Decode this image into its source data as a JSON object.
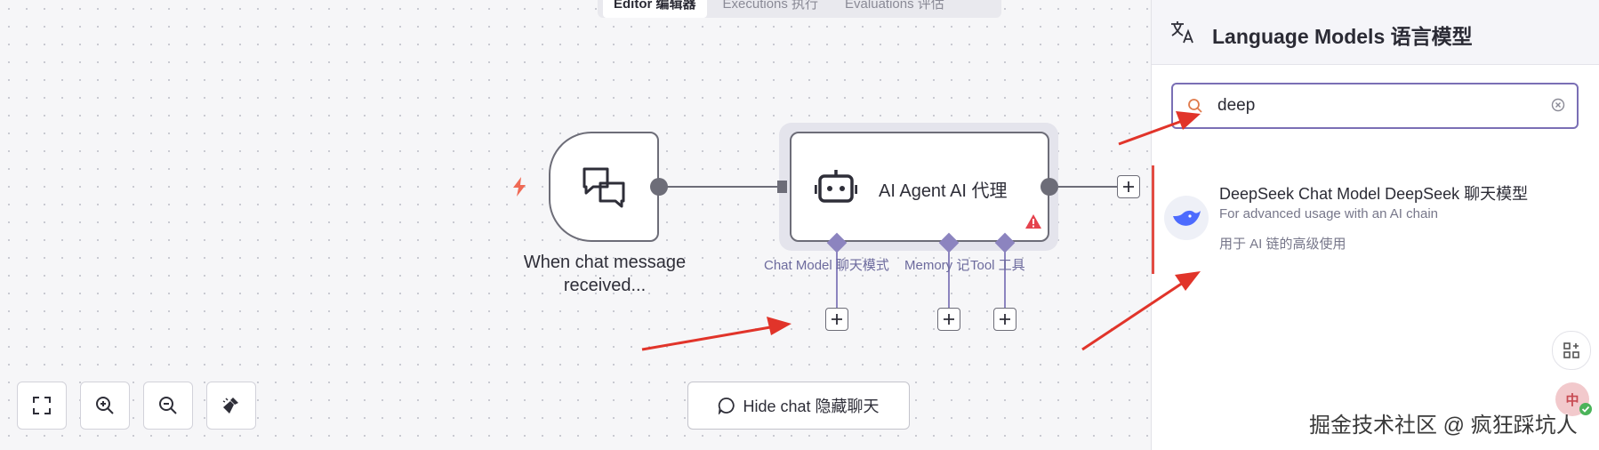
{
  "tabs": {
    "editor": "Editor 编辑器",
    "executions": "Executions 执行",
    "evaluations": "Evaluations 评估"
  },
  "canvas": {
    "trigger_label_line1": "When chat message",
    "trigger_label_line2": "received...",
    "agent_title": "AI Agent  AI 代理",
    "port_chat_model": "Chat Model  聊天模式",
    "port_memory": "Memory  记",
    "port_tool": "Tool  工具",
    "hide_chat": "Hide chat  隐藏聊天"
  },
  "panel": {
    "title": "Language Models  语言模型",
    "search_value": "deep",
    "result_title": "DeepSeek Chat Model  DeepSeek 聊天模型",
    "result_desc_en": "For advanced usage with an AI chain",
    "result_desc_zh": "用于 AI 链的高级使用"
  },
  "avatar_text": "中",
  "watermark": "掘金技术社区 @ 疯狂踩坑人",
  "colors": {
    "accent": "#7a6fb5",
    "arrow": "#e1342a",
    "warning": "#e5424d",
    "trigger_bolt": "#ef6a55"
  }
}
